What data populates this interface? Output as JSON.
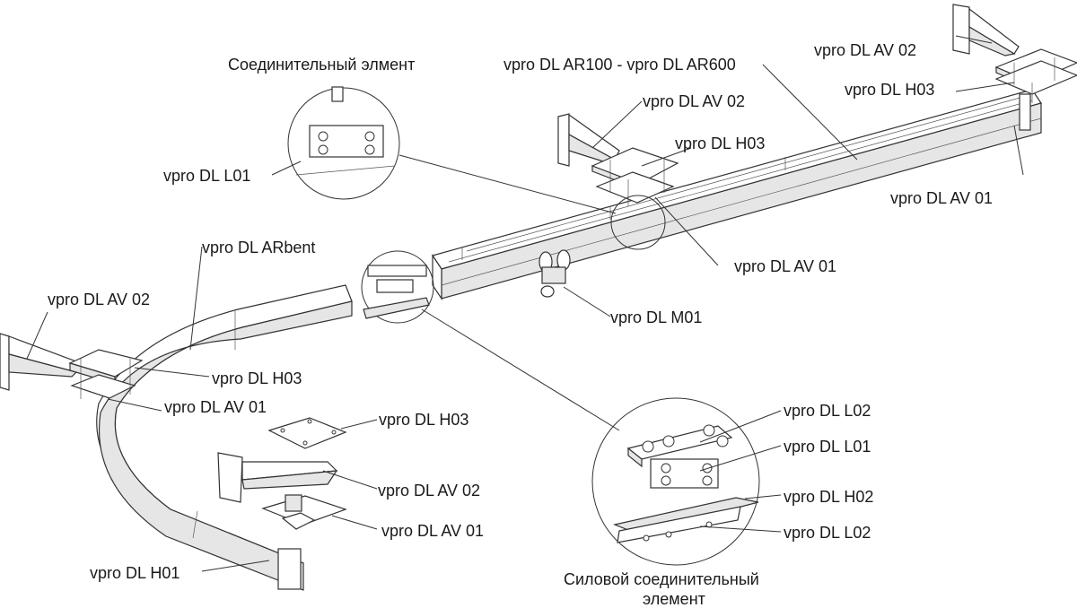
{
  "labels": {
    "connector_title": "Соединительный элмент",
    "rail_range": "vpro DL AR100 - vpro DL AR600",
    "av02_top_right": "vpro DL AV 02",
    "h03_top_right": "vpro DL H03",
    "av02_mid": "vpro DL AV 02",
    "h03_mid": "vpro DL H03",
    "l01_left": "vpro DL L01",
    "av01_right": "vpro DL AV 01",
    "arbent": "vpro DL ARbent",
    "av02_left": "vpro DL AV 02",
    "av01_mid": "vpro DL AV 01",
    "h03_left": "vpro DL H03",
    "av01_left": "vpro DL AV 01",
    "m01": "vpro DL M01",
    "h03_exploded": "vpro DL H03",
    "av02_exploded": "vpro DL AV 02",
    "av01_exploded": "vpro DL AV 01",
    "h01": "vpro DL H01",
    "l02_top": "vpro DL L02",
    "l01_detail": "vpro DL L01",
    "h02": "vpro DL H02",
    "l02_bottom": "vpro DL L02",
    "power_connector_line1": "Силовой соединительный",
    "power_connector_line2": "элемент"
  }
}
